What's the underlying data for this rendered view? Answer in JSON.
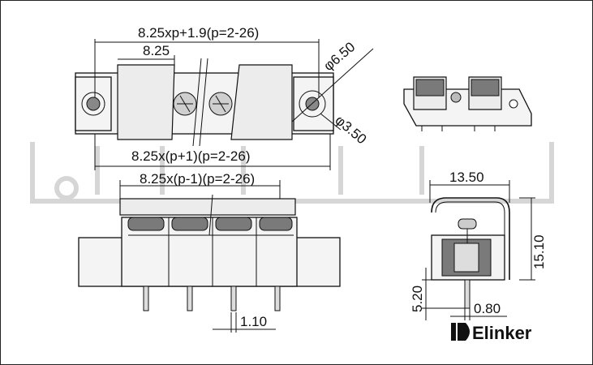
{
  "dimensions": {
    "top_overall": "8.25xp+1.9(p=2-26)",
    "top_pitch": "8.25",
    "hole_outer": "φ6.50",
    "hole_inner": "φ3.50",
    "mid_span": "8.25x(p+1)(p=2-26)",
    "front_span": "8.25x(p-1)(p=2-26)",
    "pin_width": "1.10",
    "side_width": "13.50",
    "side_height": "15.10",
    "pin_length": "5.20",
    "pin_thickness": "0.80"
  },
  "brand": {
    "name": "Elinker"
  },
  "colors": {
    "line": "#111111",
    "watermark": "#d6d6d6",
    "dark_fill": "#7a7a7a"
  }
}
